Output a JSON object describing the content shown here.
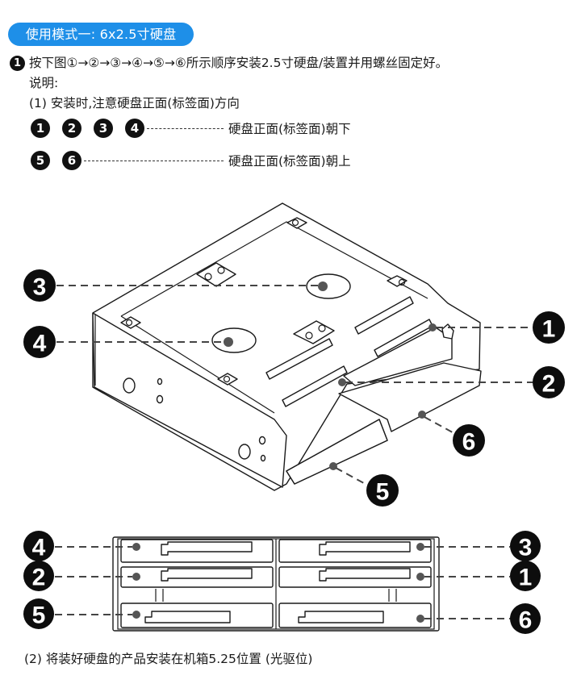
{
  "badge": {
    "label": "使用模式一: 6x2.5寸硬盘",
    "color": "#1e8fe8"
  },
  "step": {
    "number": "1",
    "text": "按下图①→②→③→④→⑤→⑥所示顺序安装2.5寸硬盘/装置并用螺丝固定好。"
  },
  "notes": {
    "heading": "说明:",
    "item1": "(1) 安装时,注意硬盘正面(标签面)方向",
    "item2": "(2) 将装好硬盘的产品安装在机箱5.25位置 (光驱位)"
  },
  "legend": [
    {
      "numbers": [
        "1",
        "2",
        "3",
        "4"
      ],
      "text": "硬盘正面(标签面)朝下"
    },
    {
      "numbers": [
        "5",
        "6"
      ],
      "text": "硬盘正面(标签面)朝上"
    }
  ],
  "iso_view": {
    "callouts": [
      {
        "label": "3",
        "side": "left"
      },
      {
        "label": "4",
        "side": "left"
      },
      {
        "label": "1",
        "side": "right"
      },
      {
        "label": "2",
        "side": "right"
      },
      {
        "label": "6",
        "side": "bottom-right"
      },
      {
        "label": "5",
        "side": "bottom"
      }
    ]
  },
  "front_view": {
    "callouts_left": [
      "4",
      "2",
      "5"
    ],
    "callouts_right": [
      "3",
      "1",
      "6"
    ]
  }
}
